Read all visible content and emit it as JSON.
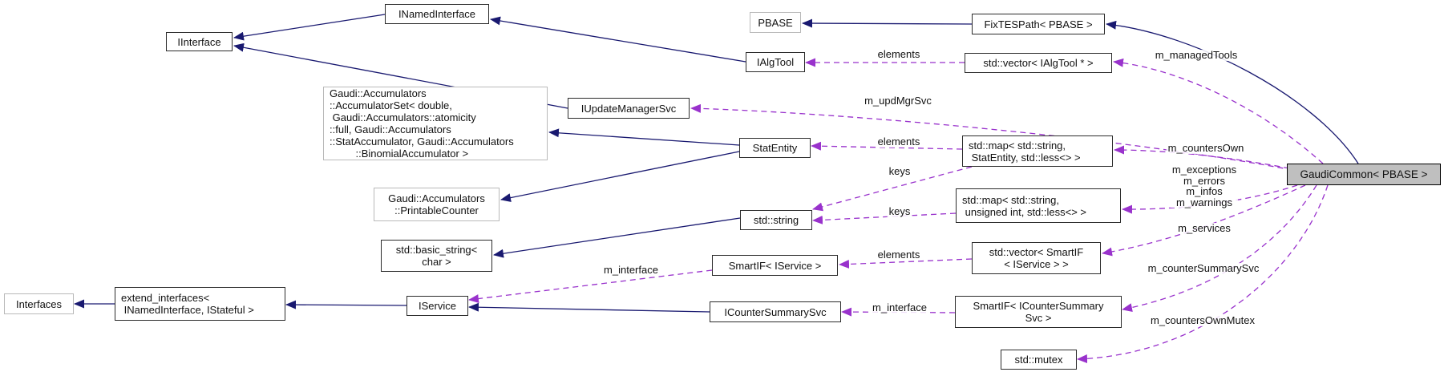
{
  "diagram": {
    "title": "GaudiCommon< PBASE > collaboration diagram",
    "colors": {
      "inheritance": "#191970",
      "usage": "#9932cc",
      "border": "#2b2b2b",
      "external_border": "#b9b9b9",
      "node_fill": "#ffffff",
      "current_fill": "#bfbfbf",
      "text": "#111111"
    },
    "nodes": {
      "iinterface": {
        "label": "IInterface"
      },
      "inamedinterface": {
        "label": "INamedInterface"
      },
      "pbase": {
        "label": "PBASE"
      },
      "fixtespath": {
        "label": "FixTESPath< PBASE >"
      },
      "ialgtool": {
        "label": "IAlgTool"
      },
      "vector_ialgtool": {
        "label": "std::vector< IAlgTool * >"
      },
      "iupdatemanagersvc": {
        "label": "IUpdateManagerSvc"
      },
      "accumulatorset": {
        "label": "Gaudi::Accumulators\n::AccumulatorSet< double,\n Gaudi::Accumulators::atomicity\n::full, Gaudi::Accumulators\n::StatAccumulator, Gaudi::Accumulators\n         ::BinomialAccumulator >"
      },
      "statentity": {
        "label": "StatEntity"
      },
      "map_statentity": {
        "label": "std::map< std::string,\n StatEntity, std::less<> >"
      },
      "map_unsigned": {
        "label": "std::map< std::string,\n unsigned int, std::less<> >"
      },
      "printablecounter": {
        "label": "Gaudi::Accumulators\n::PrintableCounter"
      },
      "stdstring": {
        "label": "std::string"
      },
      "basicstring": {
        "label": "std::basic_string<\nchar >"
      },
      "smartif_iservice": {
        "label": "SmartIF< IService >"
      },
      "vector_smartif": {
        "label": "std::vector< SmartIF\n< IService > >"
      },
      "interfaces": {
        "label": "Interfaces"
      },
      "extend_interfaces": {
        "label": "extend_interfaces<\n INamedInterface, IStateful >"
      },
      "iservice": {
        "label": "IService"
      },
      "icountersummarysvc": {
        "label": "ICounterSummarySvc"
      },
      "smartif_icountersummarysvc": {
        "label": "SmartIF< ICounterSummary\nSvc >"
      },
      "stdmutex": {
        "label": "std::mutex"
      },
      "gaudicommon": {
        "label": "GaudiCommon< PBASE >"
      }
    },
    "edge_labels": {
      "elements_top": "elements",
      "m_managedTools": "m_managedTools",
      "m_updMgrSvc": "m_updMgrSvc",
      "elements_stat": "elements",
      "keys_upper": "keys",
      "keys_lower": "keys",
      "m_countersOwn": "m_countersOwn",
      "counter_group": "m_exceptions\nm_errors\nm_infos\nm_warnings",
      "m_services": "m_services",
      "elements_smartif": "elements",
      "m_counterSummarySvc": "m_counterSummarySvc",
      "m_interface_upper": "m_interface",
      "m_interface_lower": "m_interface",
      "m_countersOwnMutex": "m_countersOwnMutex"
    }
  }
}
